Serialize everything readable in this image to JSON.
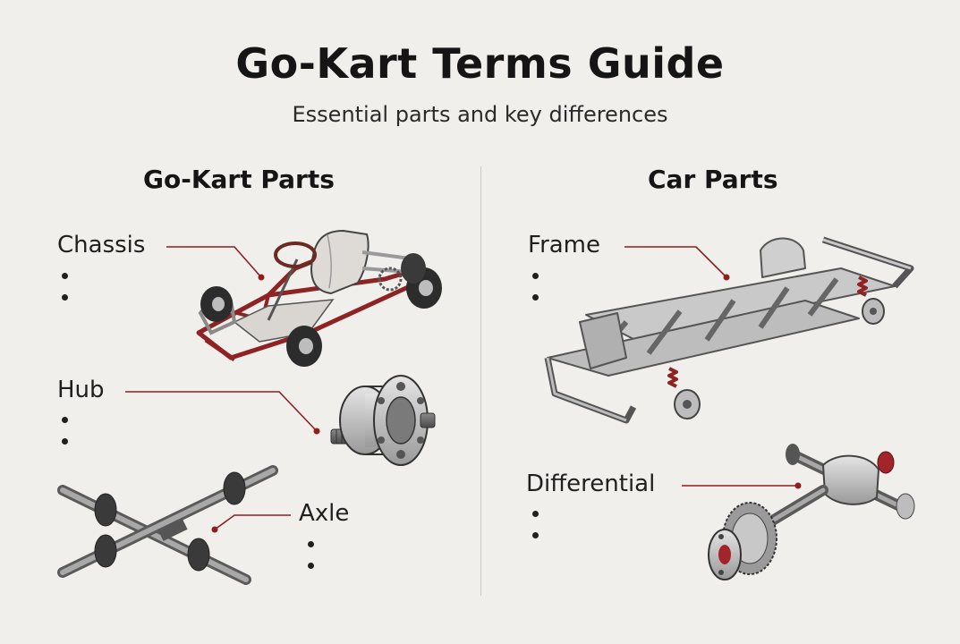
{
  "header": {
    "title": "Go-Kart Terms Guide",
    "subtitle": "Essential parts and key differences"
  },
  "columns": {
    "left": {
      "heading": "Go-Kart Parts",
      "terms": [
        "Chassis",
        "Hub",
        "Axle"
      ]
    },
    "right": {
      "heading": "Car Parts",
      "terms": [
        "Frame",
        "Differential"
      ]
    }
  },
  "colors": {
    "background": "#f1efeb",
    "accent": "#8e1f1f",
    "metal": "#b9b9b9",
    "dark_metal": "#4a4a4a"
  }
}
